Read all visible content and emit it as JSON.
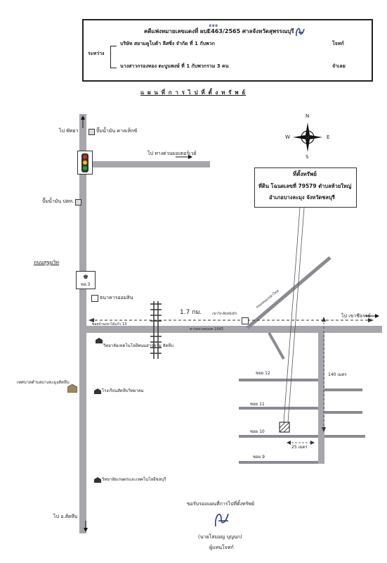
{
  "header": {
    "case_line": "คดีแพ่งหมายเลขแดงที่ ผบE463/2565 ศาลจังหวัดสุพรรณบุรี",
    "correction": "๑๑๑",
    "between_label": "ระหว่าง",
    "plaintiff": "บริษัท สยามคูโบต้า ลีสซิ่ง จำกัด ที่ 1 กับพวก",
    "plaintiff_role": "โจทก์",
    "defendant": "นางสาวกรองทอง ตะบูนพงษ์ ที่ 1 กับพวกรวม 3 คน",
    "defendant_role": "จำเลย"
  },
  "map_title": "แ ผ น ที่ ก า ร ไ ป ที่ ตั้ ง ท รั พ ย์",
  "compass": {
    "n": "N",
    "s": "S",
    "e": "E",
    "w": "W"
  },
  "property_box": {
    "title": "ที่ตั้งทรัพย์",
    "line1": "ที่ดิน โฉนดเลขที่ 79579 ตำบลห้วยใหญ่",
    "line2": "อำเภอบางละมุง จังหวัดชลบุรี"
  },
  "labels": {
    "to_pattaya": "ไป พัทยา",
    "gas_caltex": "ปั๊มน้ำมัน คาลเท็กซ์",
    "to_motorway": "ไป ทางด่วนมอเตอร์เวย์",
    "gas_ptt": "ปั๊มน้ำมัน ปตท.",
    "sukhumvit": "ถนนสุขุมวิท",
    "highway_no": "ทล.3",
    "gsb_bank": "ธนาคารออมสิน",
    "distance": "1.7 กม.",
    "soi_khao_mai_kaew": "ซอยบ้านเขาไม้แก้ว 13",
    "crossing": "เขาวัง-สังหนังบัว",
    "road_1043": "ทางหลวงชนบท 1043",
    "diagonal_road": "ถนนหนองปลาไหล",
    "to_khao_chi_chan": "ไป เขาชีจรรย์",
    "college": "วิทยาลัยเทคโนโลยีพนมสารคาม สัตหีบ",
    "tambon_office": "เทศบาลตำบลบางละมุงสัตหีบ",
    "school1": "โรงเรียนสัตหีบวิทยาคม",
    "school2": "วิทยาลัยเกษตรและเทคโนโลยีชลบุรี",
    "to_sattahip": "ไป อ.สัตหีบ",
    "dist_140": "140 เมตร",
    "dist_25": "25 เมตร",
    "soi12": "ซอย 12",
    "soi11": "ซอย 11",
    "soi10": "ซอย 10",
    "soi9": "ซอย 9"
  },
  "signature": {
    "cert": "ขอรับรองแผนที่การไปที่ตั้งทรัพย์",
    "name": "(นายโสมอญ บุญนก)",
    "role": "ผู้แทนโจทก์"
  }
}
